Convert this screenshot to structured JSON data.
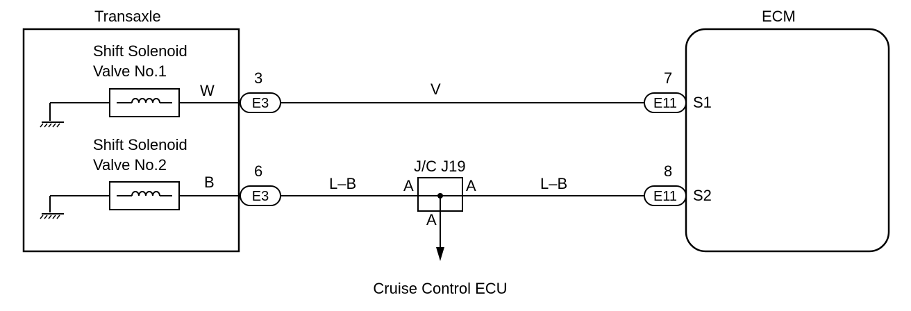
{
  "diagram": {
    "transaxle": {
      "title": "Transaxle",
      "solenoid1": {
        "line1": "Shift Solenoid",
        "line2": "Valve No.1"
      },
      "solenoid2": {
        "line1": "Shift Solenoid",
        "line2": "Valve No.2"
      }
    },
    "ecm": {
      "title": "ECM"
    },
    "circuit1": {
      "wire_inside": "W",
      "pin_left": "3",
      "connector_left": "E3",
      "wire_main": "V",
      "pin_right": "7",
      "connector_right": "E11",
      "terminal": "S1"
    },
    "circuit2": {
      "wire_inside": "B",
      "pin_left": "6",
      "connector_left": "E3",
      "wire_left": "L–B",
      "junction_label": "J/C J19",
      "junction_left_pin": "A",
      "junction_right_pin": "A",
      "junction_bottom_pin": "A",
      "wire_right": "L–B",
      "pin_right": "8",
      "connector_right": "E11",
      "terminal": "S2"
    },
    "cruise_control": "Cruise Control ECU"
  }
}
